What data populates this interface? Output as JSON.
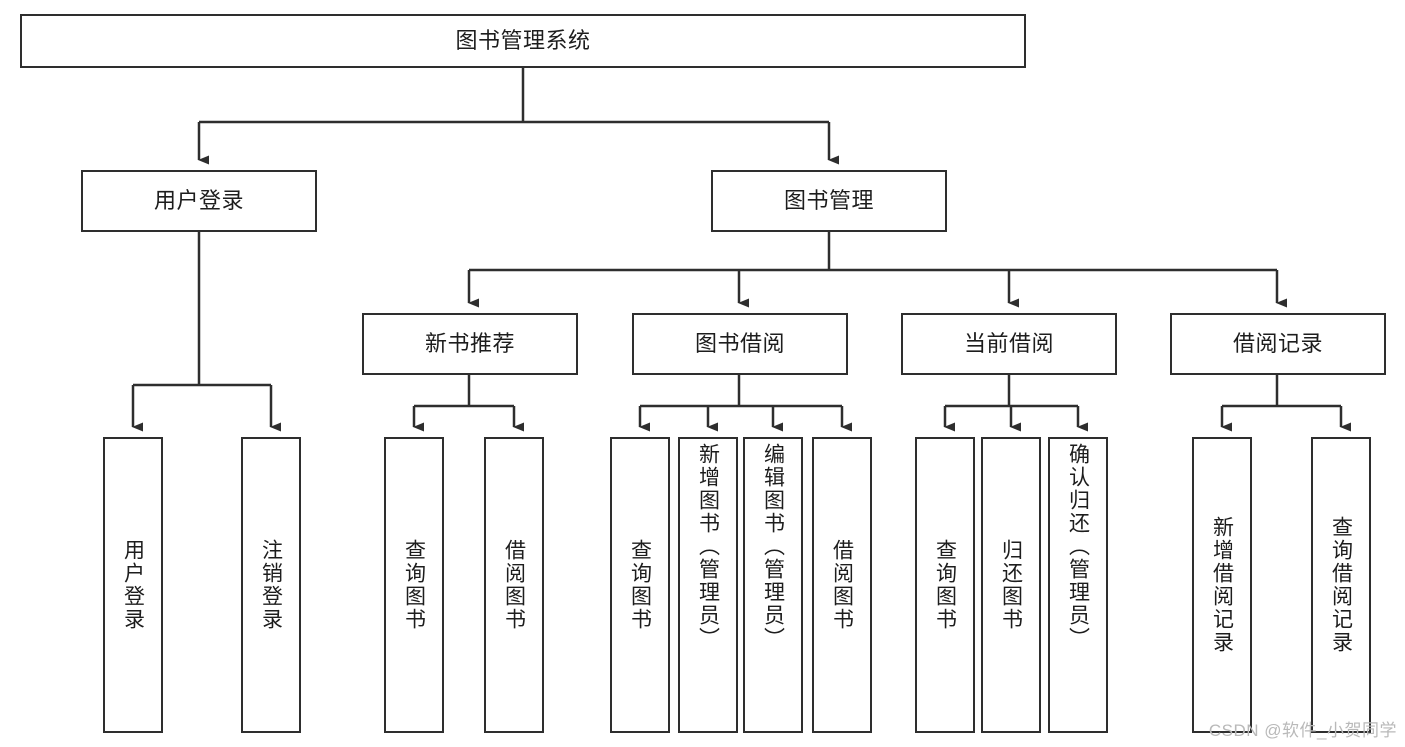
{
  "diagram": {
    "type": "tree-hierarchy",
    "title": "图书管理系统",
    "root": {
      "id": "root",
      "label": "图书管理系统",
      "orientation": "horizontal"
    },
    "level2": [
      {
        "id": "user-login",
        "label": "用户登录",
        "orientation": "horizontal"
      },
      {
        "id": "book-management",
        "label": "图书管理",
        "orientation": "horizontal"
      }
    ],
    "level3": [
      {
        "id": "new-book-recommend",
        "label": "新书推荐",
        "orientation": "horizontal",
        "parent": "book-management"
      },
      {
        "id": "book-borrow",
        "label": "图书借阅",
        "orientation": "horizontal",
        "parent": "book-management"
      },
      {
        "id": "current-borrow",
        "label": "当前借阅",
        "orientation": "horizontal",
        "parent": "book-management"
      },
      {
        "id": "borrow-record",
        "label": "借阅记录",
        "orientation": "horizontal",
        "parent": "book-management"
      }
    ],
    "leaves": [
      {
        "id": "leaf-user-login",
        "label": "用户登录",
        "parent": "user-login",
        "orientation": "vertical"
      },
      {
        "id": "leaf-user-logout",
        "label": "注销登录",
        "parent": "user-login",
        "orientation": "vertical"
      },
      {
        "id": "leaf-query-book-rec",
        "label": "查询图书",
        "parent": "new-book-recommend",
        "orientation": "vertical"
      },
      {
        "id": "leaf-borrow-book-rec",
        "label": "借阅图书",
        "parent": "new-book-recommend",
        "orientation": "vertical"
      },
      {
        "id": "leaf-query-book-borrow",
        "label": "查询图书",
        "parent": "book-borrow",
        "orientation": "vertical"
      },
      {
        "id": "leaf-add-book-admin",
        "label": "新增图书（管理员）",
        "parent": "book-borrow",
        "orientation": "vertical"
      },
      {
        "id": "leaf-edit-book-admin",
        "label": "编辑图书（管理员）",
        "parent": "book-borrow",
        "orientation": "vertical"
      },
      {
        "id": "leaf-borrow-book",
        "label": "借阅图书",
        "parent": "book-borrow",
        "orientation": "vertical"
      },
      {
        "id": "leaf-query-book-current",
        "label": "查询图书",
        "parent": "current-borrow",
        "orientation": "vertical"
      },
      {
        "id": "leaf-return-book",
        "label": "归还图书",
        "parent": "current-borrow",
        "orientation": "vertical"
      },
      {
        "id": "leaf-confirm-return-admin",
        "label": "确认归还（管理员）",
        "parent": "current-borrow",
        "orientation": "vertical"
      },
      {
        "id": "leaf-add-borrow-record",
        "label": "新增借阅记录",
        "parent": "borrow-record",
        "orientation": "vertical"
      },
      {
        "id": "leaf-query-borrow-record",
        "label": "查询借阅记录",
        "parent": "borrow-record",
        "orientation": "vertical"
      }
    ],
    "colors": {
      "stroke": "#2e2e2e",
      "fill": "#ffffff",
      "text": "#1d1d1d",
      "watermark": "#b9b9b9"
    }
  },
  "watermark": {
    "text": "CSDN @软件_小贺同学"
  }
}
